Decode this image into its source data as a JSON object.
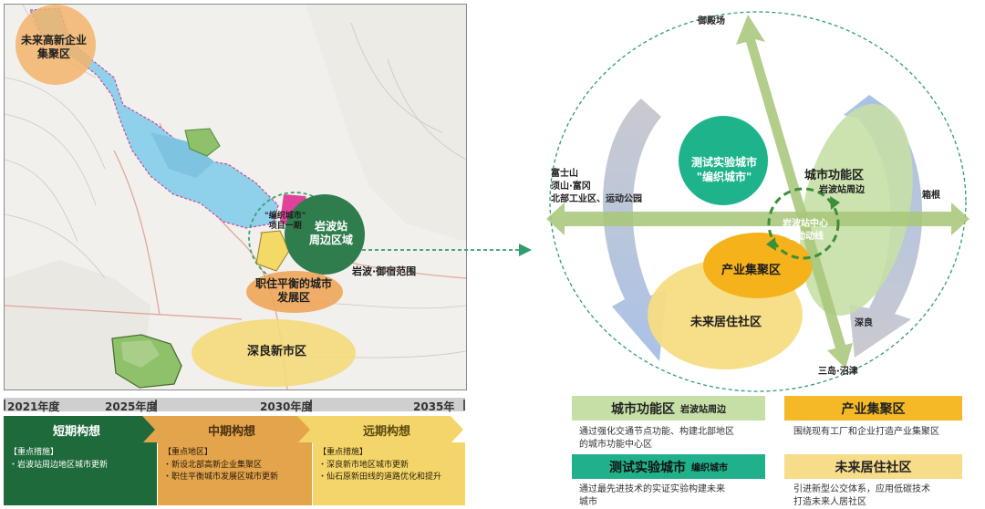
{
  "map": {
    "labels": {
      "future_hitech": "未来高新企业\n集聚区",
      "weave_city": "\"编织城市\"\n项目一期",
      "iwanami_station": "岩波站\n周边区域",
      "iwanami_gotenba": "岩波·御宿范围",
      "job_housing": "职住平衡的城市\n发展区",
      "fukara_new": "深良新市区"
    }
  },
  "timeline": {
    "years": [
      "2021年度",
      "2025年度",
      "2030年度",
      "2035年度"
    ],
    "phases": [
      "短期构想",
      "中期构想",
      "远期构想"
    ],
    "measures": [
      {
        "title": "【重点措施】",
        "items": [
          "・岩波站周边地区城市更新"
        ]
      },
      {
        "title": "【重点地区】",
        "items": [
          "・新设北部高新企业集聚区",
          "・职住平衡城市发展区城市更新"
        ]
      },
      {
        "title": "【重点措施】",
        "items": [
          "・深良新市地区城市更新",
          "・仙石原新田线的道路优化和提升"
        ]
      }
    ],
    "colors": {
      "short": "#1e6a3a",
      "mid": "#e3a44c",
      "long": "#f4d56a"
    }
  },
  "diagram": {
    "nodes": {
      "test_city": "测试实验城市\n\"编织城市\"",
      "urban_function": "城市功能区",
      "urban_function_sub": "岩波站周边",
      "industry": "产业集聚区",
      "future_living": "未来居住社区",
      "center_link": "岩波站中心\n联动动线"
    },
    "directions": {
      "top": "御殿场",
      "left": "富士山\n须山·富冈\n北部工业区、运动公园",
      "right": "箱根",
      "lower_right": "深良",
      "bottom": "三岛·沼津"
    },
    "colors": {
      "axis_green": "#a9c77a",
      "test_city": "#1fb38c",
      "urban_function": "#c6dfa6",
      "industry": "#f5b21b",
      "future_living": "#f7dc82",
      "dash_circle": "#2f9e6e"
    }
  },
  "legend": [
    {
      "title": "城市功能区",
      "sub": "岩波站周边",
      "desc": "通过强化交通节点功能、构建北部地区\n的城市功能中心区",
      "color": "#c6dfa6"
    },
    {
      "title": "产业集聚区",
      "sub": "",
      "desc": "围绕现有工厂和企业打造产业集聚区",
      "color": "#f5b827"
    },
    {
      "title": "测试实验城市",
      "sub": "编织城市",
      "desc": "通过最先进技术的实证实验构建未来\n城市",
      "color": "#20b08b"
    },
    {
      "title": "未来居住社区",
      "sub": "",
      "desc": "引进新型公交体系，应用低碳技术\n打造未来人居社区",
      "color": "#f7dc8a"
    }
  ]
}
